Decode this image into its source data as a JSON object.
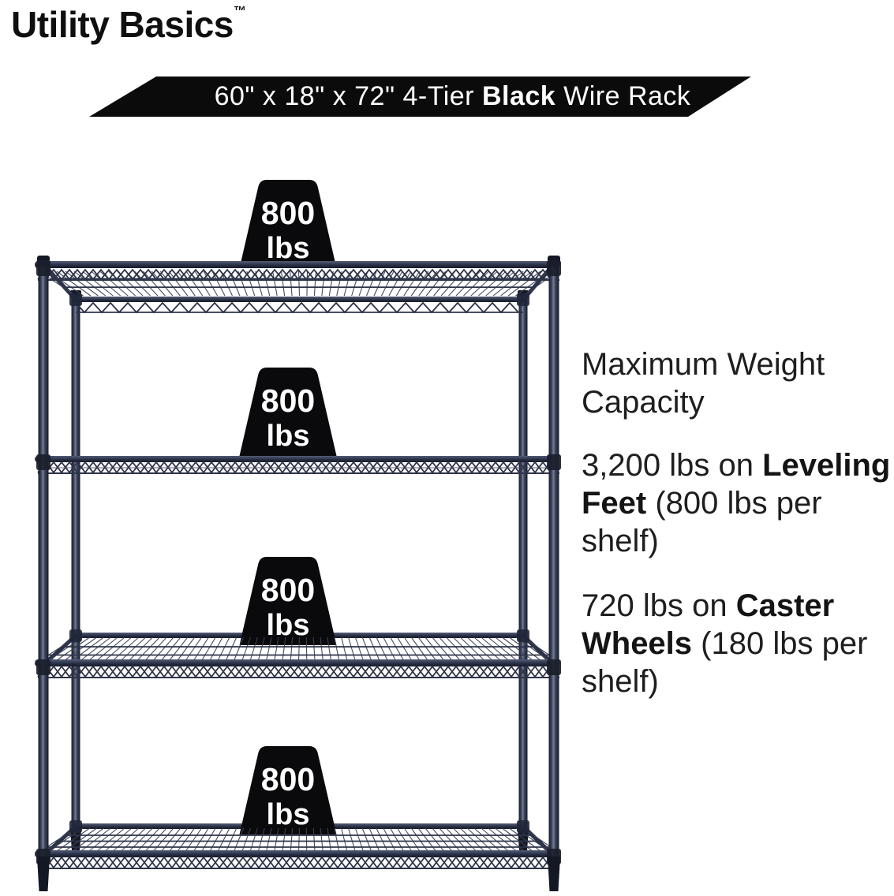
{
  "brand": {
    "name": "Utility Basics",
    "trademark": "TM"
  },
  "banner": {
    "prefix": "60\" x 18\" x 72\" 4-Tier ",
    "highlight": "Black",
    "suffix": " Wire Rack"
  },
  "badges": [
    {
      "value": "800",
      "unit": "lbs"
    },
    {
      "value": "800",
      "unit": "lbs"
    },
    {
      "value": "800",
      "unit": "lbs"
    },
    {
      "value": "800",
      "unit": "lbs"
    }
  ],
  "info": {
    "heading": "Maximum Weight Capacity",
    "items": [
      {
        "prefix": "3,200 lbs on ",
        "bold": "Leveling Feet",
        "suffix": " (800 lbs per shelf)"
      },
      {
        "prefix": "720 lbs on ",
        "bold": "Caster Wheels",
        "suffix": " (180 lbs per shelf)"
      }
    ]
  },
  "colors": {
    "banner_bg": "#0b0b0b",
    "badge_bg": "#0a0a0c",
    "badge_text": "#ffffff",
    "body_text": "#1e1e1e",
    "rack_navy": "#2e3448",
    "rack_highlight": "#747e9b"
  }
}
